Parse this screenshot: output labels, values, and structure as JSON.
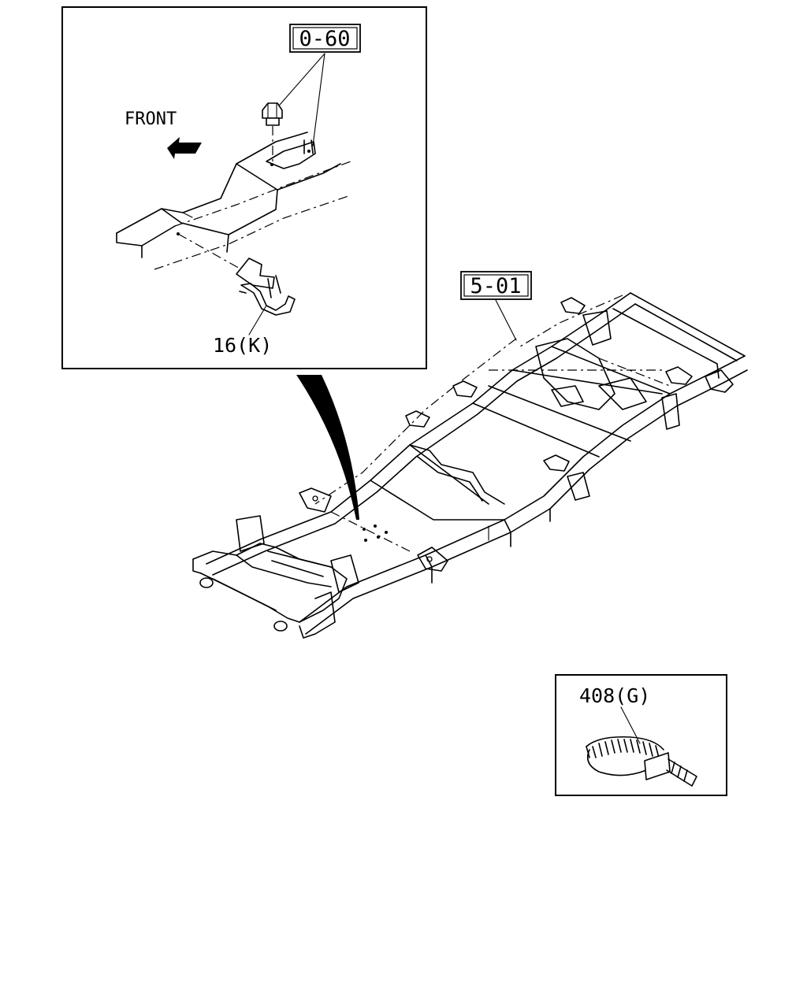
{
  "inset": {
    "ref_bolt": "0-60",
    "front_label": "FRONT",
    "ref_clip": "16(K)"
  },
  "frame": {
    "ref_frame": "5-01"
  },
  "tie_inset": {
    "ref_tie": "408(G)"
  }
}
